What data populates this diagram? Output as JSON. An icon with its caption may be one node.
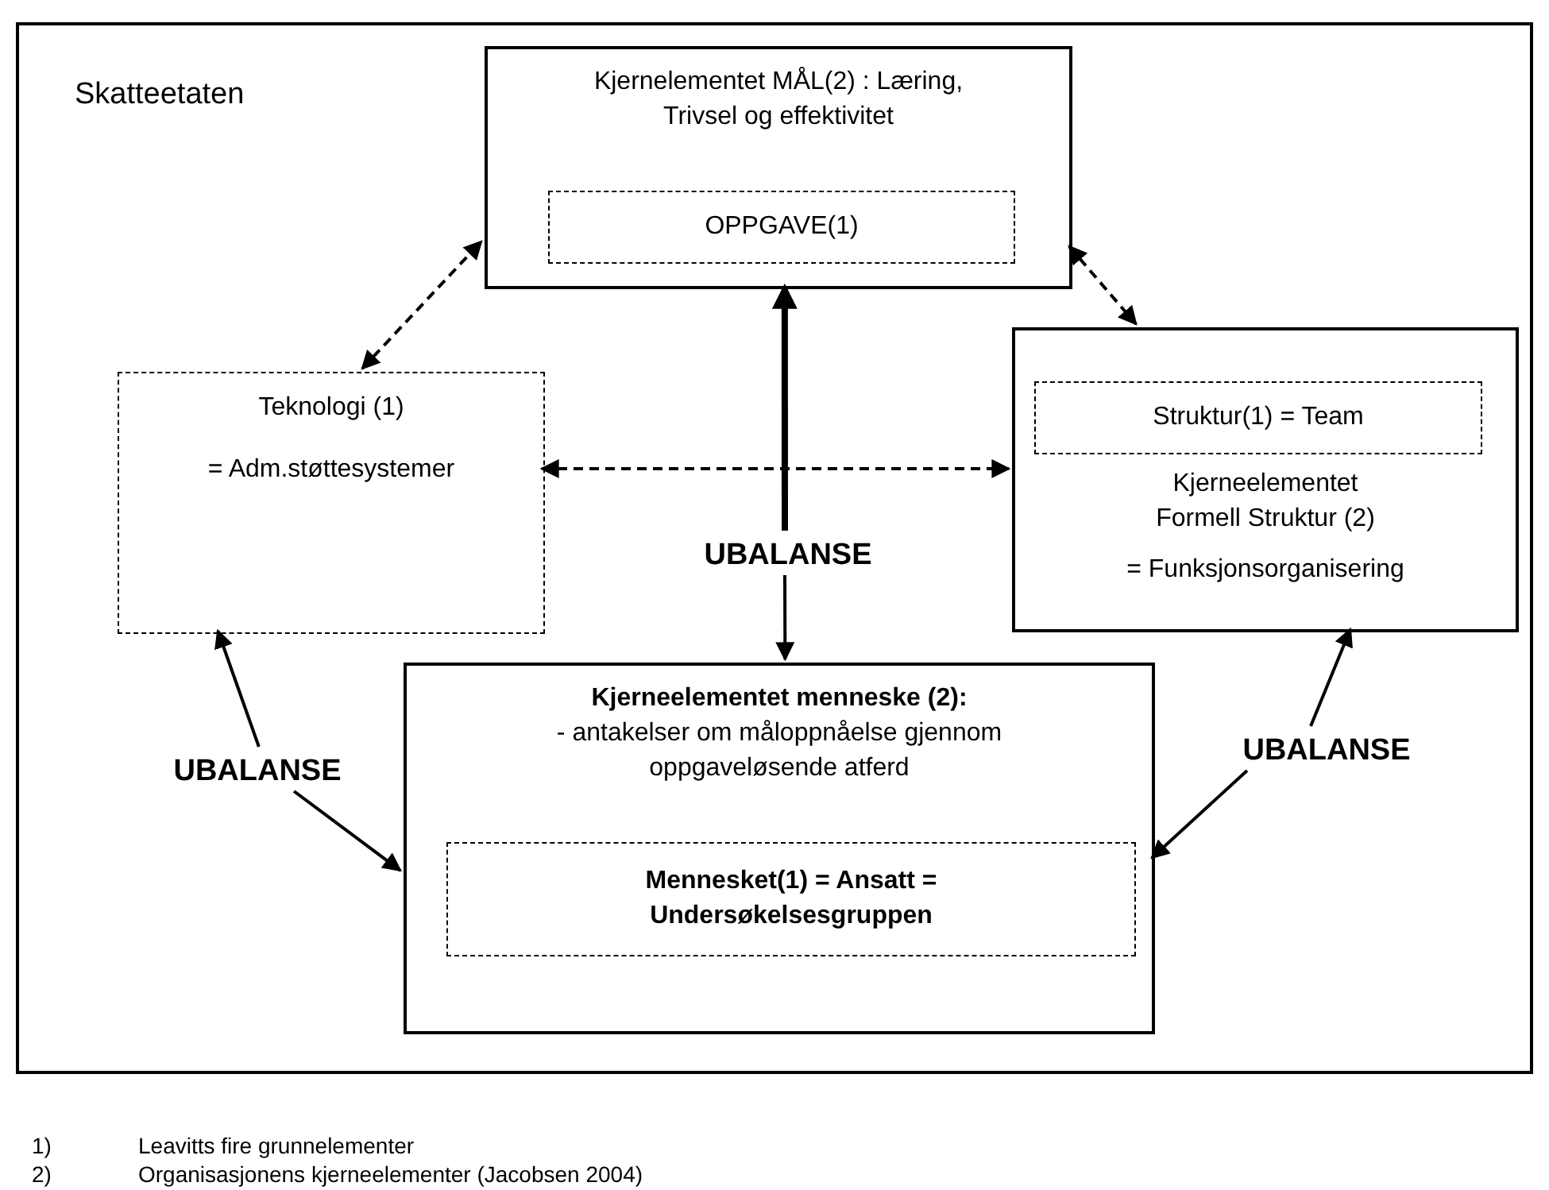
{
  "diagram": {
    "nodes": [
      {
        "text": [
          "Skatteetaten"
        ]
      },
      {
        "text": [
          "Kjernelementet MÅL(2) : Læring, Trivsel og effektivitet"
        ],
        "in": 0
      },
      {
        "text": [
          "OPPGAVE(1)"
        ],
        "in": 1
      },
      {
        "text": [
          "Teknologi (1)",
          "= Adm.støttesystemer"
        ],
        "in": 0
      },
      {
        "text": [
          "Kjerneelementet Formell Struktur (2)",
          "= Funksjonsorganisering"
        ],
        "in": 0
      },
      {
        "text": [
          "Struktur(1) = Team"
        ],
        "in": 4
      },
      {
        "text": [
          "Kjerneelementet menneske (2):",
          "- antakelser om måloppnåelse gjennom oppgaveløsende atferd"
        ],
        "in": 0
      },
      {
        "text": [
          "Mennesket(1) = Ansatt = Undersøkelsesgruppen"
        ],
        "in": 6
      },
      {
        "text": [
          "UBALANSE"
        ],
        "in": 0
      },
      {
        "text": [
          "UBALANSE"
        ],
        "in": 0
      },
      {
        "text": [
          "UBALANSE"
        ],
        "in": 0
      }
    ],
    "edges": [
      {
        "from": 3,
        "to": 1,
        "arrow": "both",
        "style": "dashed"
      },
      {
        "from": 1,
        "to": 4,
        "arrow": "both",
        "style": "dashed"
      },
      {
        "from": 3,
        "to": 4,
        "arrow": "both",
        "style": "dashed"
      },
      {
        "from": 8,
        "to": 1,
        "arrow": "to",
        "style": "thick"
      },
      {
        "from": 8,
        "to": 6,
        "arrow": "to"
      },
      {
        "from": 9,
        "to": 3,
        "arrow": "to"
      },
      {
        "from": 9,
        "to": 6,
        "arrow": "to"
      },
      {
        "from": 10,
        "to": 4,
        "arrow": "to"
      },
      {
        "from": 10,
        "to": 6,
        "arrow": "to"
      }
    ],
    "labels": [
      "1)",
      "Leavitts fire grunnelementer",
      "2)",
      "Organisasjonens kjerneelementer (Jacobsen 2004)"
    ]
  }
}
